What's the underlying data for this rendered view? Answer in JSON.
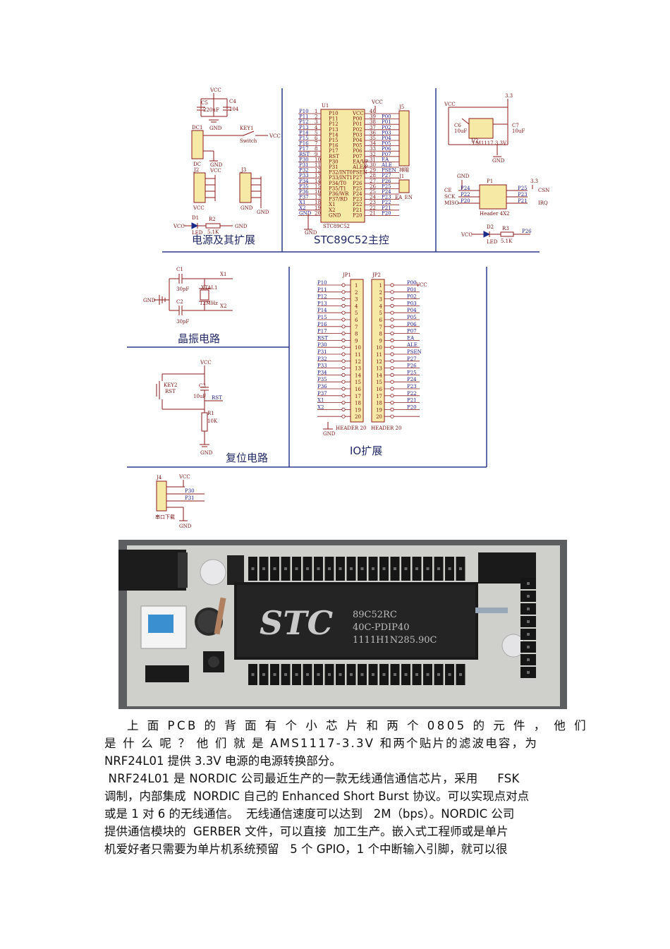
{
  "schematic": {
    "section_titles": {
      "power": "电源及其扩展",
      "mcu": "STC89C52主控",
      "crystal": "晶振电路",
      "reset": "复位电路",
      "io": "IO扩展"
    },
    "power_labels": {
      "vcc": "VCC",
      "gnd": "GND",
      "c4": "C4",
      "c4_val": "104",
      "c5": "C5",
      "c5_val": "220uF",
      "dc1": "DC1",
      "dc": "DC",
      "key1": "KEY1",
      "switch": "Switch",
      "j2": "J2",
      "j3": "J3",
      "d1": "D1",
      "led": "LED",
      "r2": "R2",
      "r2_val": "5.1K"
    },
    "mcu_labels": {
      "u1": "U1",
      "chip": "STC89C52",
      "j5": "J5",
      "j1": "J1",
      "ea_en": "EA_EN",
      "pz": "排阻",
      "left_pins": [
        "P10",
        "P11",
        "P12",
        "P13",
        "P14",
        "P15",
        "P16",
        "P17",
        "RST",
        "P30",
        "P31",
        "P32",
        "P33",
        "P34",
        "P35",
        "P36",
        "P37",
        "X1",
        "X2",
        "GND"
      ],
      "left_nums": [
        "1",
        "2",
        "3",
        "4",
        "5",
        "6",
        "7",
        "8",
        "9",
        "10",
        "11",
        "12",
        "13",
        "14",
        "15",
        "16",
        "17",
        "18",
        "19",
        "20"
      ],
      "right_pins": [
        "VCC",
        "P00",
        "P01",
        "P02",
        "P03",
        "P04",
        "P05",
        "P06",
        "P07",
        "EA/VP",
        "ALE/P",
        "PSEN",
        "P27",
        "P26",
        "P25",
        "P24",
        "P23",
        "P22",
        "P21",
        "P20"
      ],
      "right_nums": [
        "40",
        "39",
        "38",
        "37",
        "36",
        "35",
        "34",
        "33",
        "32",
        "31",
        "30",
        "29",
        "28",
        "27",
        "26",
        "25",
        "24",
        "23",
        "22",
        "21"
      ],
      "inner_left": [
        "P10",
        "P11",
        "P12",
        "P13",
        "P14",
        "P15",
        "P16",
        "P17",
        "RST",
        "P30",
        "P31",
        "P32/INT0",
        "P33/INT1",
        "P34/T0",
        "P35/T1",
        "P36/WR",
        "P37/RD",
        "X1",
        "X2",
        "GND"
      ]
    },
    "rf_labels": {
      "v33": "3.3",
      "c6": "C6",
      "c6_val": "10uF",
      "c7": "C7",
      "c7_val": "10uF",
      "u2": "U2",
      "reg": "LM1117 3.3V",
      "p1": "P1",
      "header": "Header 4X2",
      "ce": "CE",
      "sck": "SCK",
      "miso": "MISO",
      "csn": "CSN",
      "irq": "IRQ",
      "p24": "P24",
      "p22": "P22",
      "p20": "P20",
      "p25": "P25",
      "p23": "P23",
      "p21": "P21",
      "d2": "D2",
      "r3": "R3",
      "r3_val": "5.1K",
      "p26": "P26"
    },
    "crystal_labels": {
      "c1": "C1",
      "c1_val": "30pF",
      "c2": "C2",
      "c2_val": "30pF",
      "xtal": "XTAL1",
      "freq": "12MHz",
      "x1": "X1",
      "x2": "X2",
      "gnd": "GND"
    },
    "reset_labels": {
      "key2": "KEY2",
      "rst_name": "RST",
      "c3": "C3",
      "c3_val": "10uF",
      "rst": "RST",
      "r1": "R1",
      "r1_val": "10K",
      "vcc": "VCC",
      "gnd": "GND"
    },
    "io_labels": {
      "jp1": "JP1",
      "jp2": "JP2",
      "header1": "HEADER 20",
      "header2": "HEADER 20",
      "gnd": "GND",
      "vcc": "VCC",
      "left_nets": [
        "P10",
        "P11",
        "P12",
        "P13",
        "P14",
        "P15",
        "P16",
        "P17",
        "RST",
        "P30",
        "P31",
        "P32",
        "P33",
        "P34",
        "P35",
        "P36",
        "P37",
        "X1",
        "X2"
      ],
      "right_nets": [
        "P00",
        "P01",
        "P02",
        "P03",
        "P04",
        "P05",
        "P06",
        "P07",
        "EA",
        "ALE",
        "PSEN",
        "P27",
        "P26",
        "P25",
        "P24",
        "P23",
        "P22",
        "P21",
        "P20"
      ],
      "nums": [
        "1",
        "2",
        "3",
        "4",
        "5",
        "6",
        "7",
        "8",
        "9",
        "10",
        "11",
        "12",
        "13",
        "14",
        "15",
        "16",
        "17",
        "18",
        "19",
        "20"
      ]
    },
    "serial_labels": {
      "j4": "J4",
      "vcc": "VCC",
      "p30": "P30",
      "p31": "P31",
      "name": "串口下载",
      "gnd": "GND"
    }
  },
  "photo": {
    "chip_logo": "STC",
    "chip_line1": "89C52RC",
    "chip_line2": "40C-PDIP40",
    "chip_line3": "1111H1N285.90C"
  },
  "text": {
    "line1": "上 面 PCB 的 背 面 有 个 小 芯 片 和 两 个 0805 的 元 件 ， 他 们",
    "line2": "是 什 么 呢 ？ 他 们 就 是 AMS1117-3.3V 和两个贴片的滤波电容，为",
    "line3": "NRF24L01 提供 3.3V 电源的电源转换部分。",
    "line4": " NRF24L01 是 NORDIC 公司最近生产的一款无线通信通信芯片，采用     FSK",
    "line5": "调制，内部集成  NORDIC 自己的 Enhanced Short Burst 协议。可以实现点对点",
    "line6": "或是 1 对 6 的无线通信。  无线通信速度可以达到   2M（bps）。NORDIC 公司",
    "line7": "提供通信模块的  GERBER 文件，可以直接  加工生产。嵌入式工程师或是单片",
    "line8": "机爱好者只需要为单片机系统预留   5 个 GPIO，1 个中断输入引脚，就可以很"
  }
}
